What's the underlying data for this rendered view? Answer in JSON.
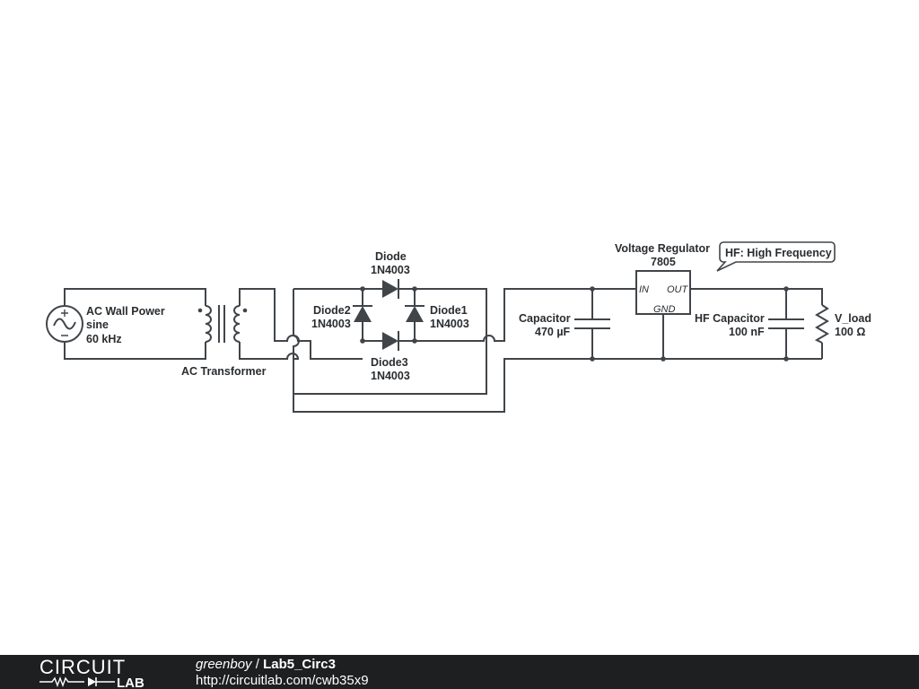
{
  "labels": {
    "ac_name": "AC Wall Power",
    "ac_type": "sine",
    "ac_freq": "60 kHz",
    "transformer": "AC Transformer",
    "diode_top_name": "Diode",
    "diode_top_part": "1N4003",
    "diode2_name": "Diode2",
    "diode2_part": "1N4003",
    "diode1_name": "Diode1",
    "diode1_part": "1N4003",
    "diode3_name": "Diode3",
    "diode3_part": "1N4003",
    "capacitor_name": "Capacitor",
    "capacitor_value": "470 µF",
    "regulator_name": "Voltage Regulator",
    "regulator_part": "7805",
    "pin_in": "IN",
    "pin_out": "OUT",
    "pin_gnd": "GND",
    "hf_capacitor_name": "HF Capacitor",
    "hf_capacitor_value": "100 nF",
    "load_name": "V_load",
    "load_value": "100 Ω",
    "callout": "HF: High Frequency"
  },
  "footer": {
    "logo_top": "CIRCUIT",
    "logo_bottom": "LAB",
    "user": "greenboy",
    "separator": " / ",
    "circuit_name": "Lab5_Circ3",
    "url": "http://circuitlab.com/cwb35x9"
  },
  "colors": {
    "wire": "#414549",
    "footer_bg": "#1d1f21",
    "text": "#2a2d30"
  }
}
